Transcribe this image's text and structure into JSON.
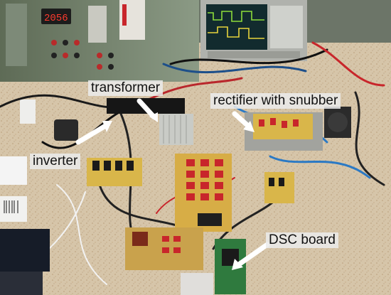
{
  "labels": {
    "transformer": "transformer",
    "rectifier": "rectifier with snubber",
    "inverter": "inverter",
    "dsc_board": "DSC board"
  },
  "meter_readout": "2056",
  "colors": {
    "bench": "#d8c8ad",
    "pcb": "#d9b64a",
    "relay_red": "#c8262b",
    "scope_trace_green": "#8ddc3a",
    "scope_trace_yellow": "#e7d43c",
    "label_background": "#ebebeb",
    "arrow": "#ffffff"
  }
}
